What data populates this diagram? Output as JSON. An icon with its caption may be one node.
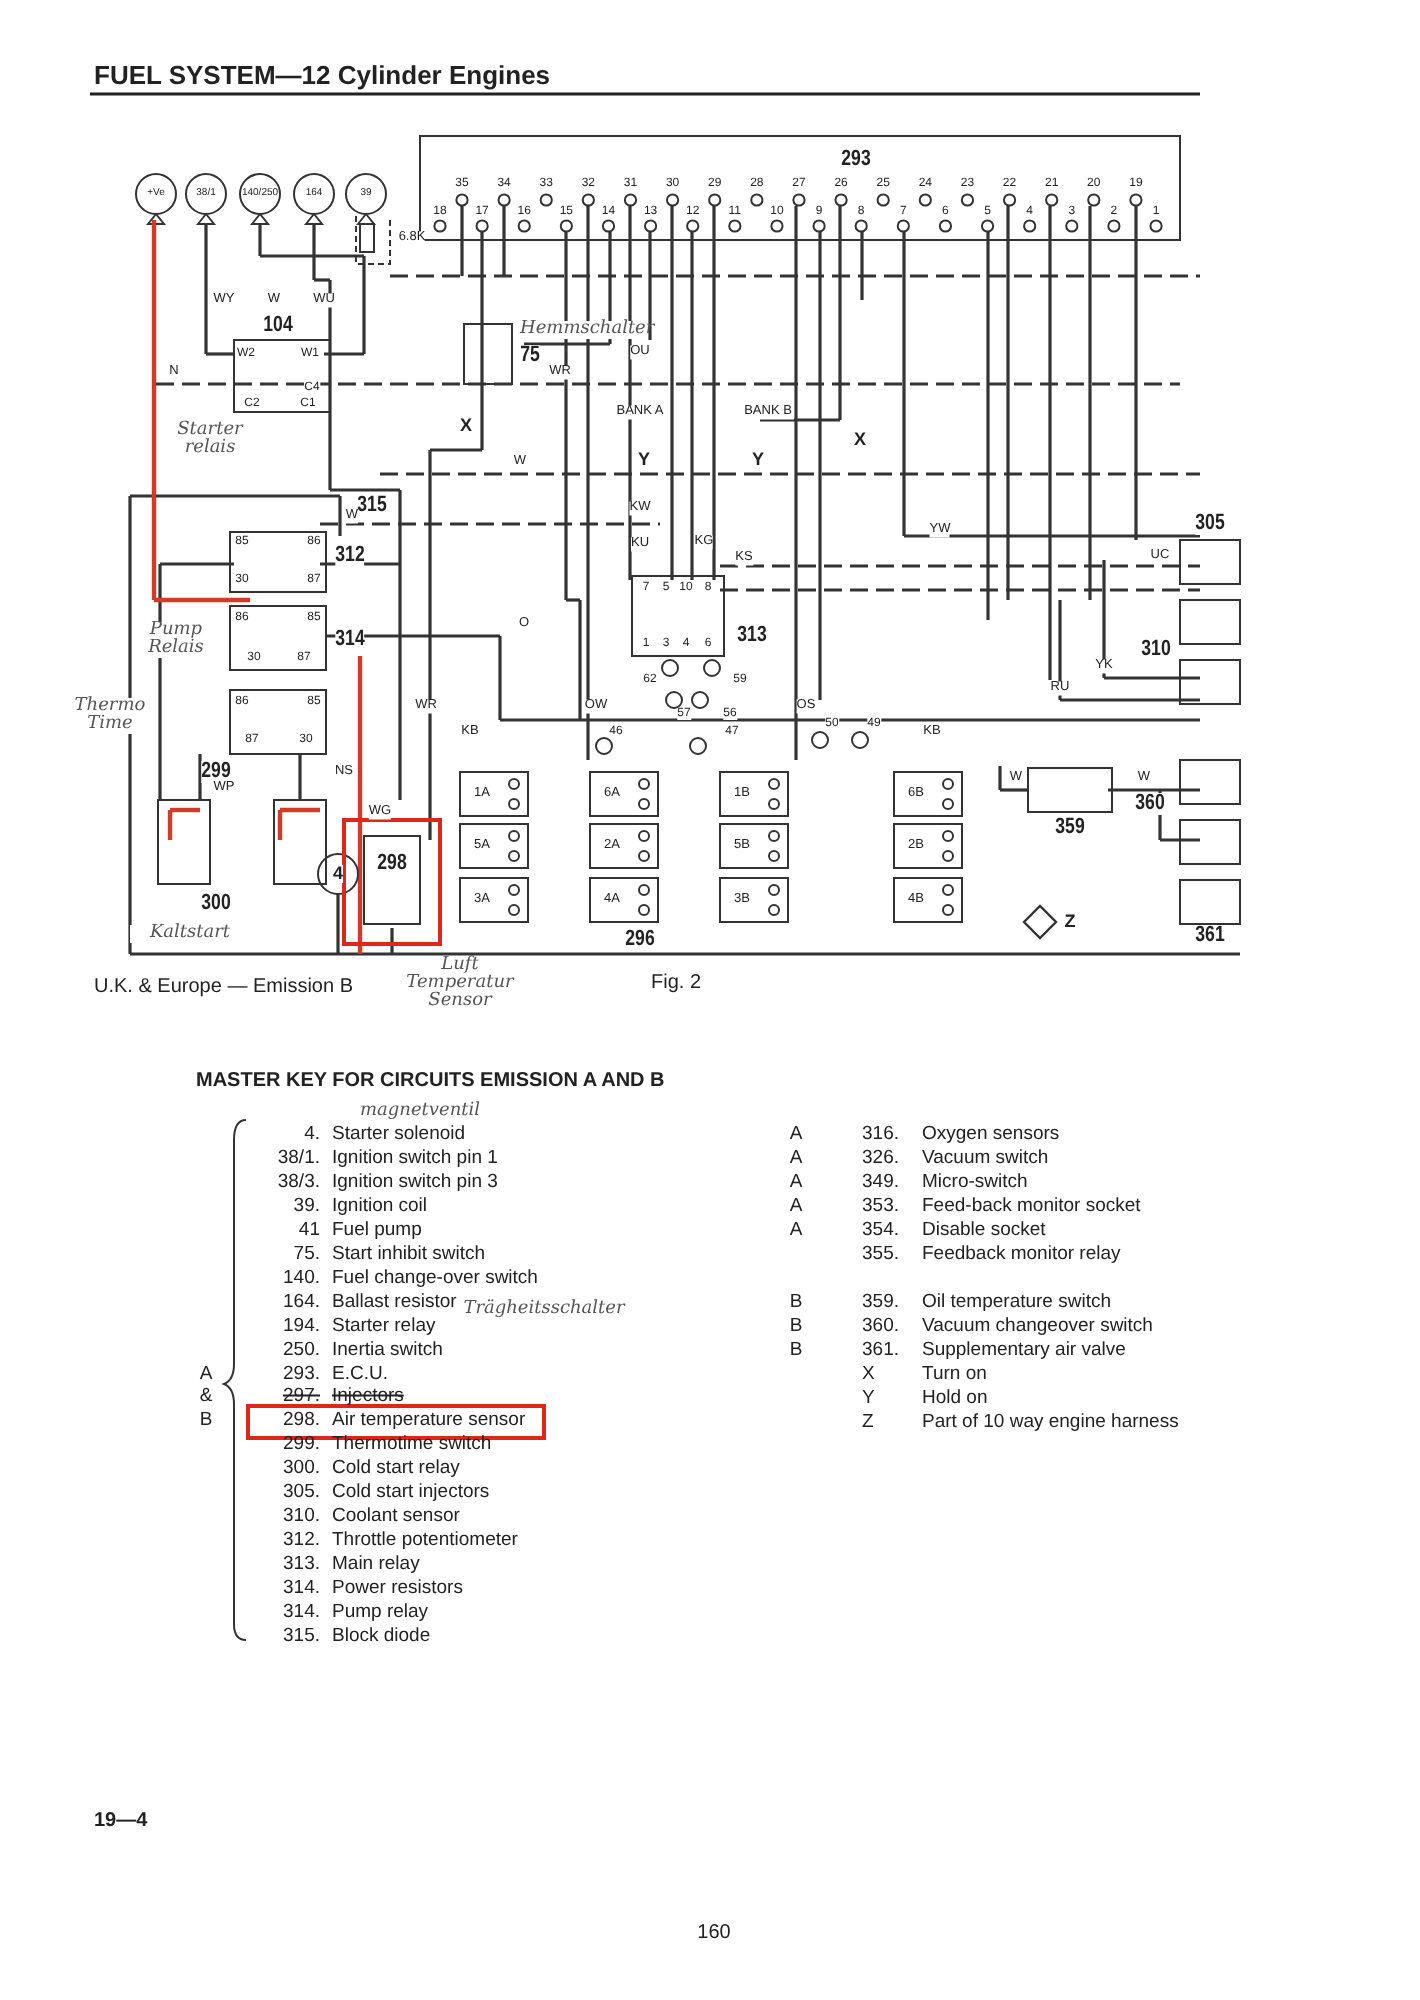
{
  "diagram": {
    "title": "FUEL SYSTEM—12 Cylinder Engines",
    "caption": "Fig. 2",
    "labels": [
      "+Ve",
      "38/1",
      "140/250",
      "164",
      "39",
      "6.8K",
      "293",
      "35",
      "34",
      "33",
      "32",
      "31",
      "30",
      "29",
      "28",
      "27",
      "26",
      "25",
      "24",
      "23",
      "22",
      "21",
      "20",
      "19",
      "18",
      "17",
      "16",
      "15",
      "14",
      "13",
      "12",
      "11",
      "10",
      "9",
      "8",
      "7",
      "6",
      "5",
      "4",
      "3",
      "2",
      "1",
      "WY",
      "W",
      "WU",
      "104",
      "W2",
      "W1",
      "N",
      "C4",
      "C2",
      "C1",
      "Starter relais",
      "75",
      "Hemmschalter",
      "OU",
      "WR",
      "BANK A",
      "BANK B",
      "X",
      "X",
      "Y",
      "Y",
      "W",
      "315",
      "W",
      "312",
      "85",
      "86",
      "30",
      "87",
      "KW",
      "KU",
      "KG",
      "KS",
      "314",
      "86",
      "85",
      "30",
      "87",
      "O",
      "Pump Relais",
      "Thermo Time",
      "299",
      "86",
      "85",
      "87",
      "30",
      "WR",
      "WP",
      "NS",
      "WG",
      "313",
      "7",
      "5",
      "10",
      "8",
      "1",
      "3",
      "4",
      "6",
      "62",
      "59",
      "57",
      "56",
      "OW",
      "OS",
      "KB",
      "46",
      "47",
      "50",
      "49",
      "KB",
      "YW",
      "UC",
      "305",
      "310",
      "YK",
      "RU",
      "W",
      "W",
      "359",
      "360",
      "361",
      "1A",
      "6A",
      "1B",
      "6B",
      "5A",
      "2A",
      "5B",
      "2B",
      "3A",
      "4A",
      "3B",
      "4B",
      "300",
      "4",
      "298",
      "296",
      "Z",
      "Kaltstart",
      "U.K. & Europe — Emission B",
      "Luft Temperatur Sensor",
      "MASTER KEY FOR CIRCUITS EMISSION A AND B",
      "magnetventil",
      "4.",
      "Starter solenoid",
      "38/1.",
      "Ignition switch pin 1",
      "38/3.",
      "Ignition switch pin 3",
      "39.",
      "Ignition coil",
      "41",
      "Fuel pump",
      "75.",
      "Start inhibit switch",
      "140.",
      "Fuel change-over switch",
      "164.",
      "Ballast resistor",
      "194.",
      "Starter relay",
      "250.",
      "Inertia switch",
      "293.",
      "E.C.U.",
      "297.",
      "Injectors",
      "298.",
      "Air temperature sensor",
      "299.",
      "Thermotime switch",
      "300.",
      "Cold start relay",
      "305.",
      "Cold start injectors",
      "310.",
      "Coolant sensor",
      "312.",
      "Throttle potentiometer",
      "313.",
      "Main relay",
      "314.",
      "Power resistors",
      "314.",
      "Pump relay",
      "315.",
      "Block diode",
      "Trägheitsschalter",
      "A",
      "&",
      "B",
      "A",
      "316.",
      "Oxygen sensors",
      "A",
      "326.",
      "Vacuum switch",
      "A",
      "349.",
      "Micro-switch",
      "A",
      "353.",
      "Feed-back monitor socket",
      "A",
      "354.",
      "Disable socket",
      "355.",
      "Feedback monitor relay",
      "B",
      "359.",
      "Oil temperature switch",
      "B",
      "360.",
      "Vacuum changeover switch",
      "B",
      "361.",
      "Supplementary air valve",
      "X",
      "Turn on",
      "Y",
      "Hold on",
      "Z",
      "Part of 10 way engine harness",
      "19—4",
      "160"
    ]
  }
}
